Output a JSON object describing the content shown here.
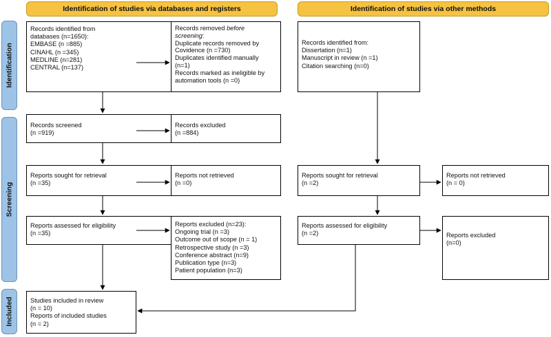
{
  "headers": {
    "databases": "Identification of studies via databases and registers",
    "other": "Identification of studies via other methods"
  },
  "phases": {
    "identification": "Identification",
    "screening": "Screening",
    "included": "Included"
  },
  "boxes": {
    "records_identified": {
      "lines": [
        "Records identified from",
        "databases (n=1650):",
        "EMBASE (n =885)",
        "CINAHL (n =345)",
        "MEDLINE (n=281)",
        "CENTRAL (n=137)"
      ]
    },
    "records_removed": {
      "line1": "Records removed ",
      "line1_italic": "before",
      "line2_italic": "screening",
      "line2_rest": ":",
      "lines": [
        "Duplicate records removed by",
        "Covidence (n =730)",
        "Duplicates identified manually",
        "(n=1)",
        "Records marked as ineligible by",
        "automation tools (n =0)"
      ]
    },
    "other_identified": {
      "lines": [
        "Records identified from:",
        "Dissertation (n=1)",
        "Manuscript in review (n =1)",
        "Citation searching (n=0)"
      ]
    },
    "records_screened": {
      "lines": [
        "Records screened",
        "(n =919)"
      ]
    },
    "records_excluded": {
      "lines": [
        "Records excluded",
        "(n =884)"
      ]
    },
    "sought_db": {
      "lines": [
        "Reports sought for retrieval",
        "(n =35)"
      ]
    },
    "not_retrieved_db": {
      "lines": [
        "Reports not retrieved",
        "(n =0)"
      ]
    },
    "sought_other": {
      "lines": [
        "Reports sought for retrieval",
        "(n =2)"
      ]
    },
    "not_retrieved_other": {
      "lines": [
        "Reports not retrieved",
        "(n = 0)"
      ]
    },
    "assessed_db": {
      "lines": [
        "Reports assessed for eligibility",
        "(n =35)"
      ]
    },
    "excluded_db": {
      "lines": [
        "Reports excluded (n=23):",
        "Ongoing trial (n =3)",
        "Outcome out of scope (n = 1)",
        "Retrospective study (n =3)",
        "Conference abstract (n=9)",
        "Publication type (n=3)",
        "Patient population (n=3)"
      ]
    },
    "assessed_other": {
      "lines": [
        "Reports assessed for eligibility",
        "(n =2)"
      ]
    },
    "excluded_other": {
      "lines": [
        "Reports excluded",
        "(n=0)"
      ]
    },
    "included": {
      "lines": [
        "Studies included in review",
        "(n = 10)",
        "Reports of included studies",
        "(n = 2)"
      ]
    }
  }
}
